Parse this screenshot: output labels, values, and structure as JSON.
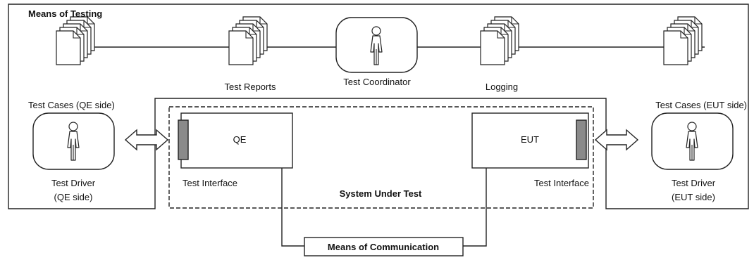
{
  "diagram": {
    "labels": {
      "means_of_testing": "Means of Testing",
      "test_reports": "Test Reports",
      "test_coordinator": "Test Coordinator",
      "logging": "Logging",
      "test_cases_qe": "Test Cases (QE side)",
      "test_cases_eut": "Test Cases (EUT side)",
      "test_driver_qe_line1": "Test Driver",
      "test_driver_qe_line2": "(QE side)",
      "test_driver_eut_line1": "Test Driver",
      "test_driver_eut_line2": "(EUT side)",
      "qe": "QE",
      "eut": "EUT",
      "test_interface_qe": "Test Interface",
      "test_interface_eut": "Test Interface",
      "system_under_test": "System Under Test",
      "means_of_communication": "Means of Communication"
    },
    "icons": {
      "document_stack": "document-stack-icon",
      "person": "person-icon",
      "double_arrow": "double-arrow-icon"
    }
  }
}
